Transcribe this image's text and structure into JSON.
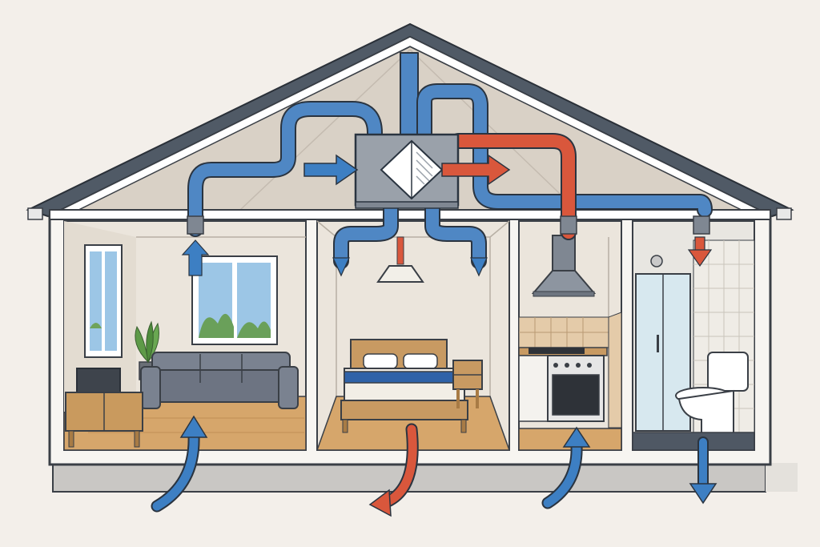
{
  "colors": {
    "background": "#f3efea",
    "roof": "#505a66",
    "attic": "#d9d1c6",
    "wall_outline": "#3a3f46",
    "supply_air_blue": "#3d7fc3",
    "exhaust_air_red": "#d9573c",
    "floor_wood": "#d6a66b",
    "foundation": "#c9c7c4"
  },
  "components": {
    "heat_recovery_unit": "mvhr-unit",
    "heat_exchanger_core": "diamond-heat-exchanger-icon",
    "rooms": [
      "living-room",
      "bedroom",
      "kitchen",
      "bathroom"
    ]
  },
  "flows": {
    "living_room": "supply",
    "bedroom": "supply",
    "kitchen": "extract",
    "bathroom": "extract",
    "outdoor_intake": "fresh-air",
    "outdoor_exhaust": "stale-air"
  }
}
